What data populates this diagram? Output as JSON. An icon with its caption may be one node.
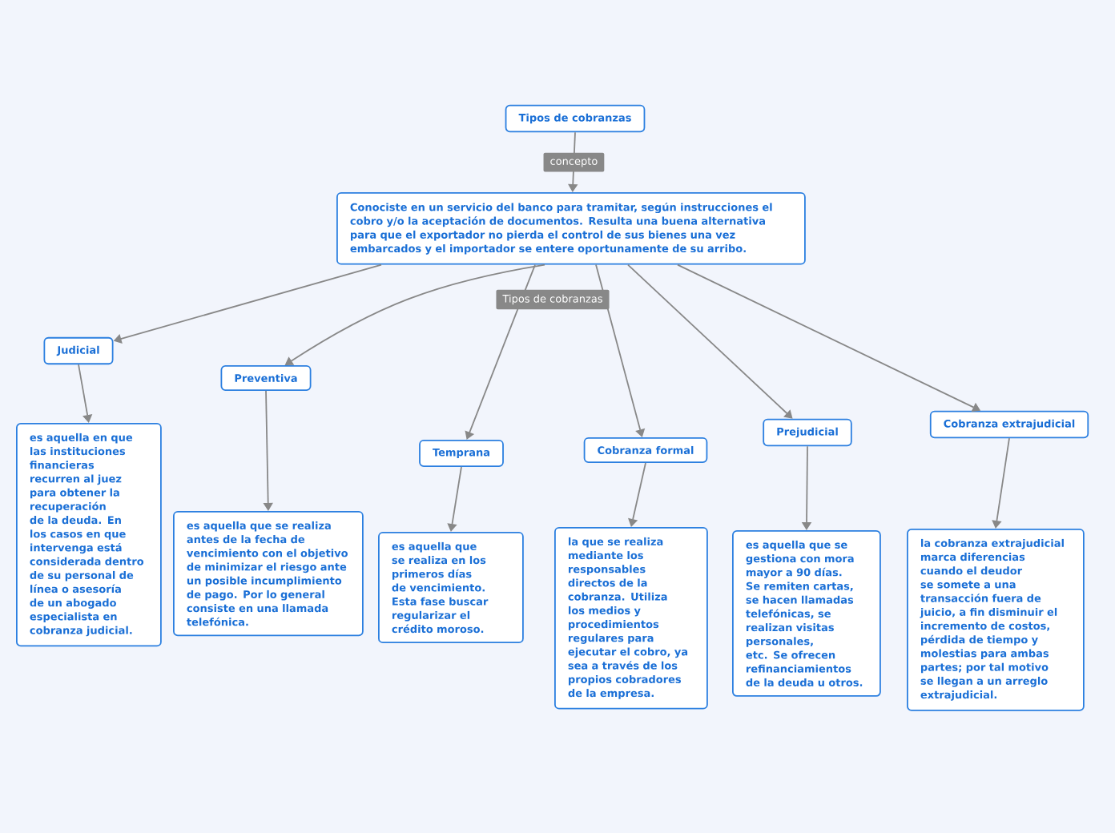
{
  "diagram": {
    "nodes": [
      {
        "text": [
          "Tipos de cobranzas"
        ]
      },
      {
        "text": [
          "Conociste en un servicio del banco para tramitar, según instrucciones el cobro y/o la aceptación de documentos. Resulta una buena alternativa para que el exportador no pierda el control de sus bienes una vez embarcados y el importador se entere oportunamente de su arribo."
        ]
      },
      {
        "text": [
          "Judicial"
        ]
      },
      {
        "text": [
          "es aquella en que las instituciones financieras recurren al juez para obtener la recuperación de la deuda. En los casos en que intervenga está considerada dentro de su personal de línea o asesoría de un abogado especialista en cobranza judicial."
        ]
      },
      {
        "text": [
          "Preventiva"
        ]
      },
      {
        "text": [
          "es aquella que se realiza antes de la fecha de vencimiento con el objetivo de minimizar el riesgo ante un posible incumplimiento de pago. Por lo general consiste en una llamada telefónica."
        ]
      },
      {
        "text": [
          "Temprana"
        ]
      },
      {
        "text": [
          "es aquella que se realiza en los primeros días de vencimiento. Esta fase buscar regularizar el crédito moroso."
        ]
      },
      {
        "text": [
          "Cobranza formal"
        ]
      },
      {
        "text": [
          "la que se realiza mediante los responsables directos de la cobranza. Utiliza los medios y procedimientos regulares para ejecutar el cobro, ya sea a través de los propios cobradores de la empresa."
        ]
      },
      {
        "text": [
          "Prejudicial"
        ]
      },
      {
        "text": [
          "es aquella que se gestiona con mora mayor a 90 días. Se remiten cartas, se hacen llamadas telefónicas, se realizan visitas personales, etc. Se ofrecen refinanciamientos de la deuda u otros."
        ]
      },
      {
        "text": [
          "Cobranza extrajudicial"
        ]
      },
      {
        "text": [
          "la cobranza extrajudicial marca diferencias cuando el deudor se somete a una transacción fuera de juicio, a fin disminuir el incremento de costos, pérdida de tiempo y molestias para ambas partes; por tal motivo se llegan a un arreglo extrajudicial."
        ]
      }
    ],
    "edges": [
      {
        "from": 0,
        "to": 1,
        "arrow": "to",
        "label": "concepto"
      },
      {
        "from": 1,
        "to": 2,
        "arrow": "to"
      },
      {
        "from": 1,
        "to": 4,
        "arrow": "to"
      },
      {
        "from": 1,
        "to": 6,
        "arrow": "to",
        "label": "Tipos de cobranzas"
      },
      {
        "from": 1,
        "to": 8,
        "arrow": "to"
      },
      {
        "from": 1,
        "to": 10,
        "arrow": "to"
      },
      {
        "from": 1,
        "to": 12,
        "arrow": "to"
      },
      {
        "from": 2,
        "to": 3,
        "arrow": "to"
      },
      {
        "from": 4,
        "to": 5,
        "arrow": "to"
      },
      {
        "from": 6,
        "to": 7,
        "arrow": "to"
      },
      {
        "from": 8,
        "to": 9,
        "arrow": "to"
      },
      {
        "from": 10,
        "to": 11,
        "arrow": "to"
      },
      {
        "from": 12,
        "to": 13,
        "arrow": "to"
      }
    ]
  }
}
